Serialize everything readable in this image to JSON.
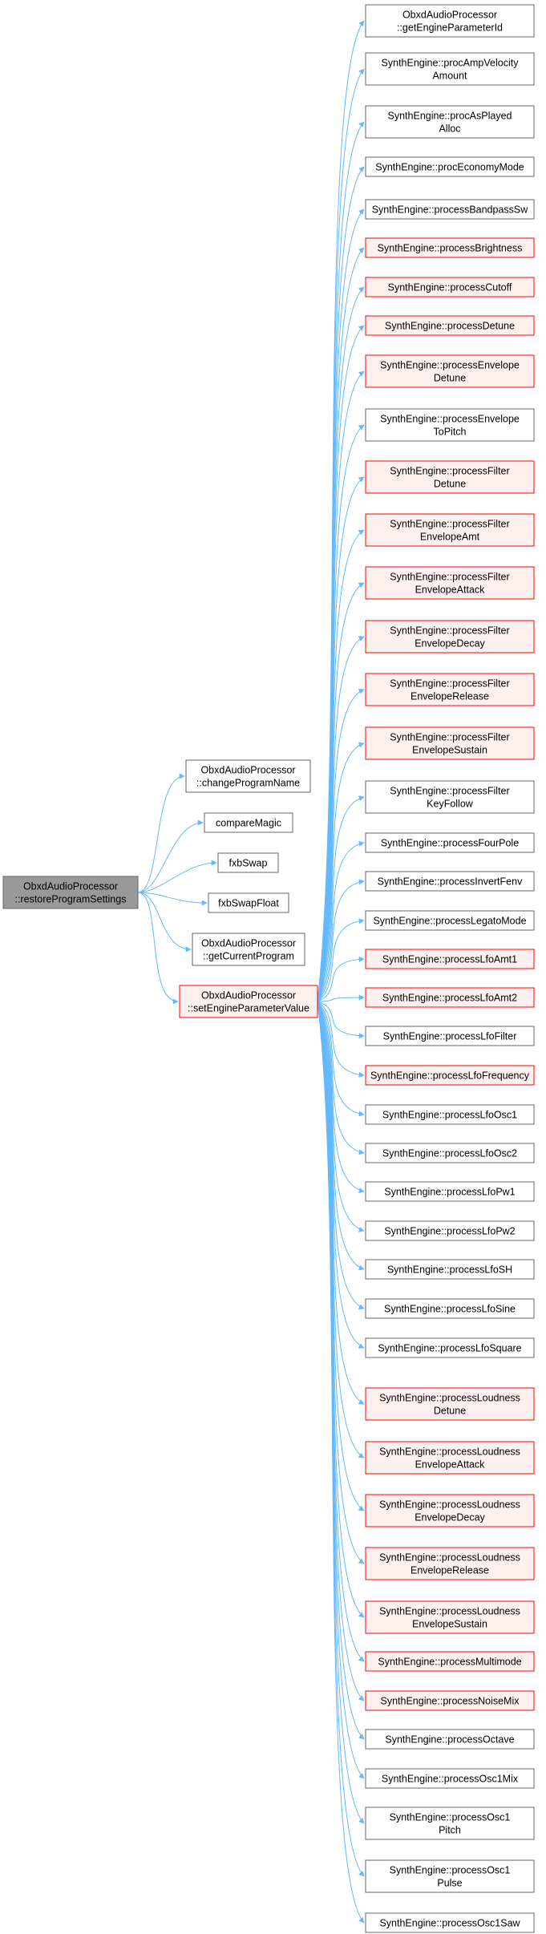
{
  "root": {
    "label": [
      "ObxdAudioProcessor",
      "::restoreProgramSettings"
    ]
  },
  "callees": [
    {
      "id": "changeProgramName",
      "label": [
        "ObxdAudioProcessor",
        "::changeProgramName"
      ],
      "style": "plain"
    },
    {
      "id": "compareMagic",
      "label": [
        "compareMagic"
      ],
      "style": "plain"
    },
    {
      "id": "fxbSwap",
      "label": [
        "fxbSwap"
      ],
      "style": "plain"
    },
    {
      "id": "fxbSwapFloat",
      "label": [
        "fxbSwapFloat"
      ],
      "style": "plain"
    },
    {
      "id": "getCurrentProgram",
      "label": [
        "ObxdAudioProcessor",
        "::getCurrentProgram"
      ],
      "style": "plain"
    },
    {
      "id": "setEngineParameterValue",
      "label": [
        "ObxdAudioProcessor",
        "::setEngineParameterValue"
      ],
      "style": "red"
    }
  ],
  "setter_targets": [
    {
      "label": [
        "ObxdAudioProcessor",
        "::getEngineParameterId"
      ],
      "style": "plain"
    },
    {
      "label": [
        "SynthEngine::procAmpVelocity",
        "Amount"
      ],
      "style": "plain"
    },
    {
      "label": [
        "SynthEngine::procAsPlayed",
        "Alloc"
      ],
      "style": "plain"
    },
    {
      "label": [
        "SynthEngine::procEconomyMode"
      ],
      "style": "plain"
    },
    {
      "label": [
        "SynthEngine::processBandpassSw"
      ],
      "style": "plain"
    },
    {
      "label": [
        "SynthEngine::processBrightness"
      ],
      "style": "red"
    },
    {
      "label": [
        "SynthEngine::processCutoff"
      ],
      "style": "red"
    },
    {
      "label": [
        "SynthEngine::processDetune"
      ],
      "style": "red"
    },
    {
      "label": [
        "SynthEngine::processEnvelope",
        "Detune"
      ],
      "style": "red"
    },
    {
      "label": [
        "SynthEngine::processEnvelope",
        "ToPitch"
      ],
      "style": "plain"
    },
    {
      "label": [
        "SynthEngine::processFilter",
        "Detune"
      ],
      "style": "red"
    },
    {
      "label": [
        "SynthEngine::processFilter",
        "EnvelopeAmt"
      ],
      "style": "red"
    },
    {
      "label": [
        "SynthEngine::processFilter",
        "EnvelopeAttack"
      ],
      "style": "red"
    },
    {
      "label": [
        "SynthEngine::processFilter",
        "EnvelopeDecay"
      ],
      "style": "red"
    },
    {
      "label": [
        "SynthEngine::processFilter",
        "EnvelopeRelease"
      ],
      "style": "red"
    },
    {
      "label": [
        "SynthEngine::processFilter",
        "EnvelopeSustain"
      ],
      "style": "red"
    },
    {
      "label": [
        "SynthEngine::processFilter",
        "KeyFollow"
      ],
      "style": "plain"
    },
    {
      "label": [
        "SynthEngine::processFourPole"
      ],
      "style": "plain"
    },
    {
      "label": [
        "SynthEngine::processInvertFenv"
      ],
      "style": "plain"
    },
    {
      "label": [
        "SynthEngine::processLegatoMode"
      ],
      "style": "plain"
    },
    {
      "label": [
        "SynthEngine::processLfoAmt1"
      ],
      "style": "red"
    },
    {
      "label": [
        "SynthEngine::processLfoAmt2"
      ],
      "style": "red"
    },
    {
      "label": [
        "SynthEngine::processLfoFilter"
      ],
      "style": "plain"
    },
    {
      "label": [
        "SynthEngine::processLfoFrequency"
      ],
      "style": "red"
    },
    {
      "label": [
        "SynthEngine::processLfoOsc1"
      ],
      "style": "plain"
    },
    {
      "label": [
        "SynthEngine::processLfoOsc2"
      ],
      "style": "plain"
    },
    {
      "label": [
        "SynthEngine::processLfoPw1"
      ],
      "style": "plain"
    },
    {
      "label": [
        "SynthEngine::processLfoPw2"
      ],
      "style": "plain"
    },
    {
      "label": [
        "SynthEngine::processLfoSH"
      ],
      "style": "plain"
    },
    {
      "label": [
        "SynthEngine::processLfoSine"
      ],
      "style": "plain"
    },
    {
      "label": [
        "SynthEngine::processLfoSquare"
      ],
      "style": "plain"
    },
    {
      "label": [
        "SynthEngine::processLoudness",
        "Detune"
      ],
      "style": "red"
    },
    {
      "label": [
        "SynthEngine::processLoudness",
        "EnvelopeAttack"
      ],
      "style": "red"
    },
    {
      "label": [
        "SynthEngine::processLoudness",
        "EnvelopeDecay"
      ],
      "style": "red"
    },
    {
      "label": [
        "SynthEngine::processLoudness",
        "EnvelopeRelease"
      ],
      "style": "red"
    },
    {
      "label": [
        "SynthEngine::processLoudness",
        "EnvelopeSustain"
      ],
      "style": "red"
    },
    {
      "label": [
        "SynthEngine::processMultimode"
      ],
      "style": "red"
    },
    {
      "label": [
        "SynthEngine::processNoiseMix"
      ],
      "style": "red"
    },
    {
      "label": [
        "SynthEngine::processOctave"
      ],
      "style": "plain"
    },
    {
      "label": [
        "SynthEngine::processOsc1Mix"
      ],
      "style": "plain"
    },
    {
      "label": [
        "SynthEngine::processOsc1",
        "Pitch"
      ],
      "style": "plain"
    },
    {
      "label": [
        "SynthEngine::processOsc1",
        "Pulse"
      ],
      "style": "plain"
    },
    {
      "label": [
        "SynthEngine::processOsc1Saw"
      ],
      "style": "plain"
    }
  ],
  "colors": {
    "edge": "#63b8ff",
    "root_fill": "#999999",
    "root_border": "#666666",
    "plain_fill": "#ffffff",
    "plain_border": "#666666",
    "red_fill": "#fff0f0",
    "red_border": "#ff0000"
  }
}
